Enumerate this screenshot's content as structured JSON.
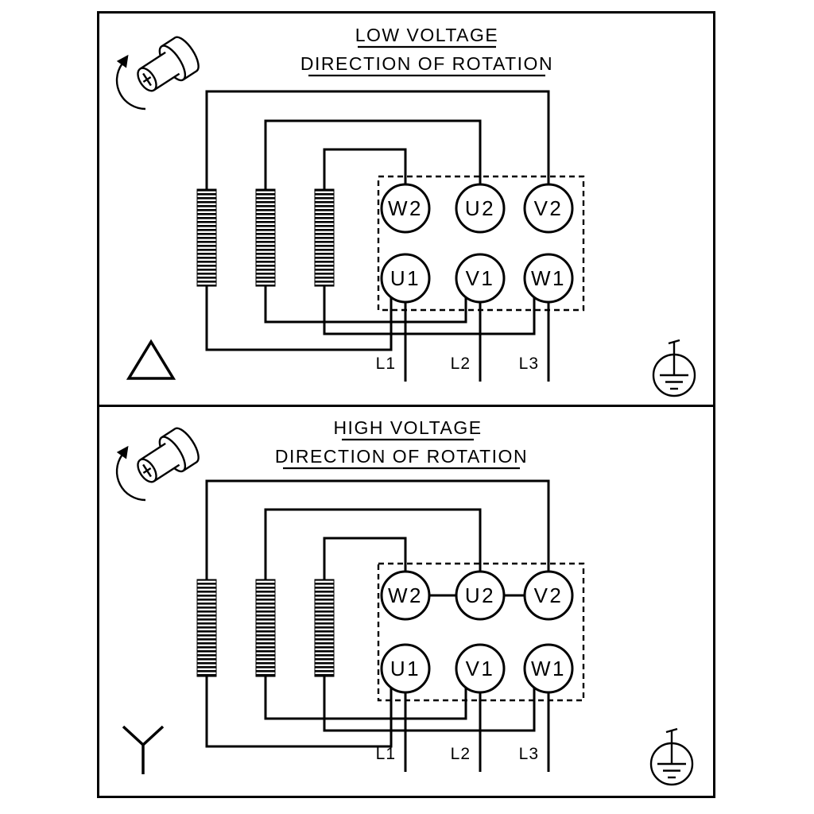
{
  "diagram": {
    "type": "motor-terminal-wiring",
    "background_color": "#ffffff",
    "line_color": "#000000",
    "panels": [
      {
        "id": "low-voltage",
        "title": "LOW VOLTAGE",
        "subtitle": "DIRECTION OF ROTATION",
        "winding_connection": "delta",
        "connection_symbol": "delta-triangle",
        "rotation_icon": "shaft-end-with-rotation-arrow",
        "ground_icon": "protective-earth-in-circle",
        "terminals": {
          "top": [
            "W2",
            "U2",
            "V2"
          ],
          "bottom": [
            "U1",
            "V1",
            "W1"
          ]
        },
        "supply_lines": [
          "L1",
          "L2",
          "L3"
        ],
        "terminal_bridges": []
      },
      {
        "id": "high-voltage",
        "title": "HIGH VOLTAGE",
        "subtitle": "DIRECTION OF ROTATION",
        "winding_connection": "star",
        "connection_symbol": "star-y",
        "rotation_icon": "shaft-end-with-rotation-arrow",
        "ground_icon": "protective-earth-in-circle",
        "terminals": {
          "top": [
            "W2",
            "U2",
            "V2"
          ],
          "bottom": [
            "U1",
            "V1",
            "W1"
          ]
        },
        "supply_lines": [
          "L1",
          "L2",
          "L3"
        ],
        "terminal_bridges": [
          "W2-U2",
          "U2-V2"
        ]
      }
    ]
  }
}
